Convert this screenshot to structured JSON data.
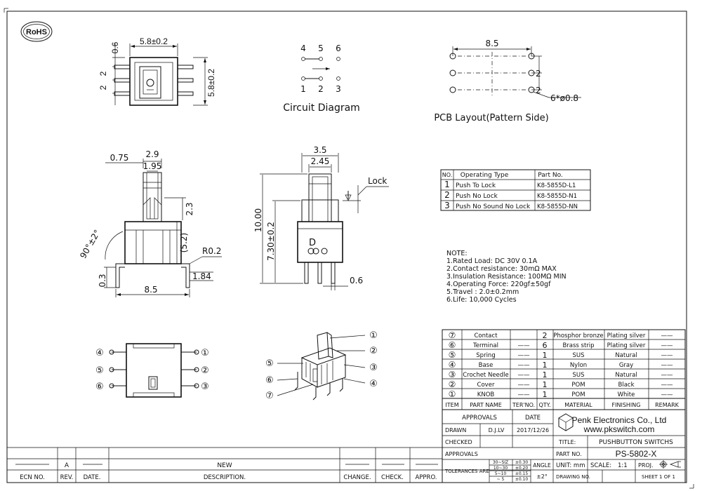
{
  "rohs": "RoHS",
  "top_view": {
    "width": "5.8±0.2",
    "height": "5.8±0.2",
    "offset": "0.6",
    "pitch1": "2",
    "pitch2": "2"
  },
  "circuit": {
    "top_labels": [
      "4",
      "5",
      "6"
    ],
    "bottom_labels": [
      "1",
      "2",
      "3"
    ],
    "caption": "Circuit Diagram"
  },
  "pcb": {
    "pitch": "8.5",
    "row1": "2",
    "row2": "2",
    "holes": "6*ø0.8",
    "caption": "PCB Layout(Pattern Side)"
  },
  "side_view": {
    "d1": "0.75",
    "d2": "2.9",
    "d3": "1.95",
    "d4": "2.3",
    "d5": "(5.2)",
    "angle": "90°±2°",
    "radius": "R0.2",
    "d6": "1.84",
    "d7": "0.3",
    "d8": "8.5"
  },
  "front_view": {
    "d1": "3.5",
    "d2": "2.45",
    "lock": "Lock",
    "h1": "10.00",
    "h2": "7.30±0.2",
    "pin": "0.6"
  },
  "op_table": {
    "headers": [
      "NO.",
      "Operating Type",
      "Part No."
    ],
    "rows": [
      [
        "1",
        "Push To Lock",
        "K8-5855D-L1"
      ],
      [
        "2",
        "Push No Lock",
        "K8-5855D-N1"
      ],
      [
        "3",
        "Push No Sound No Lock",
        "K8-5855D-NN"
      ]
    ]
  },
  "notes": {
    "title": "NOTE:",
    "lines": [
      "1.Rated Load: DC 30V 0.1A",
      "2.Contact resistance: 30mΩ MAX",
      "3.Insulation Resistance: 100MΩ MIN",
      "4.Operating Force: 220gf±50gf",
      "5.Travel : 2.0±0.2mm",
      "6.Life: 10,000 Cycles"
    ]
  },
  "bottom_view": {
    "left": [
      "④",
      "⑤",
      "⑥"
    ],
    "right": [
      "①",
      "②",
      "③"
    ]
  },
  "exploded": {
    "callouts": [
      "①",
      "②",
      "③",
      "④",
      "⑤",
      "⑥",
      "⑦"
    ]
  },
  "bom": {
    "rows": [
      [
        "⑦",
        "Contact",
        "",
        "2",
        "Phosphor bronze",
        "Plating silver",
        "——"
      ],
      [
        "⑥",
        "Terminal",
        "——",
        "6",
        "Brass strip",
        "Plating silver",
        "——"
      ],
      [
        "⑤",
        "Spring",
        "——",
        "1",
        "SUS",
        "Natural",
        "——"
      ],
      [
        "④",
        "Base",
        "——",
        "1",
        "Nylon",
        "Gray",
        "——"
      ],
      [
        "③",
        "Crochet Needle",
        "——",
        "1",
        "SUS",
        "Natural",
        "——"
      ],
      [
        "②",
        "Cover",
        "——",
        "1",
        "POM",
        "Black",
        "——"
      ],
      [
        "①",
        "KNOB",
        "——",
        "1",
        "POM",
        "White",
        "——"
      ]
    ],
    "headers": [
      "ITEM",
      "PART NAME",
      "TER'NO.",
      "QTY.",
      "MATERIAL",
      "FINISHING",
      "REMARK"
    ]
  },
  "title_block": {
    "approvals": "APPROVALS",
    "date": "DATE",
    "drawn": "DRAWN",
    "drawn_by": "D.J.LV",
    "drawn_date": "2017/12/26",
    "checked": "CHECKED",
    "approvals2": "APPROVALS",
    "company": "Penk Electronics Co., Ltd",
    "website": "www.pkswitch.com",
    "title_label": "TITLE:",
    "title_value": "PUSHBUTTON SWITCHS",
    "part_label": "PART NO.",
    "part_value": "PS-5802-X",
    "tolerances": "TOLERANCES ARE",
    "tol_ranges": [
      "30~SIZ",
      "10~30",
      "5~10",
      "~ 5"
    ],
    "tol_values": [
      "±0.30",
      "±0.20",
      "±0.15",
      "±0.10"
    ],
    "angle": "ANGLE",
    "angle_value": "±2°",
    "unit": "UNIT: mm",
    "scale": "SCALE:",
    "scale_value": "1:1",
    "proj": "PROJ.",
    "drawing_no": "DRAWING NO.",
    "sheet": "SHEET 1 OF 1"
  },
  "revision": {
    "rev": "A",
    "desc": "NEW",
    "headers": [
      "ECN NO.",
      "REV.",
      "DATE.",
      "DESCRIPTION.",
      "CHANGE.",
      "CHECK.",
      "APPRO."
    ]
  }
}
